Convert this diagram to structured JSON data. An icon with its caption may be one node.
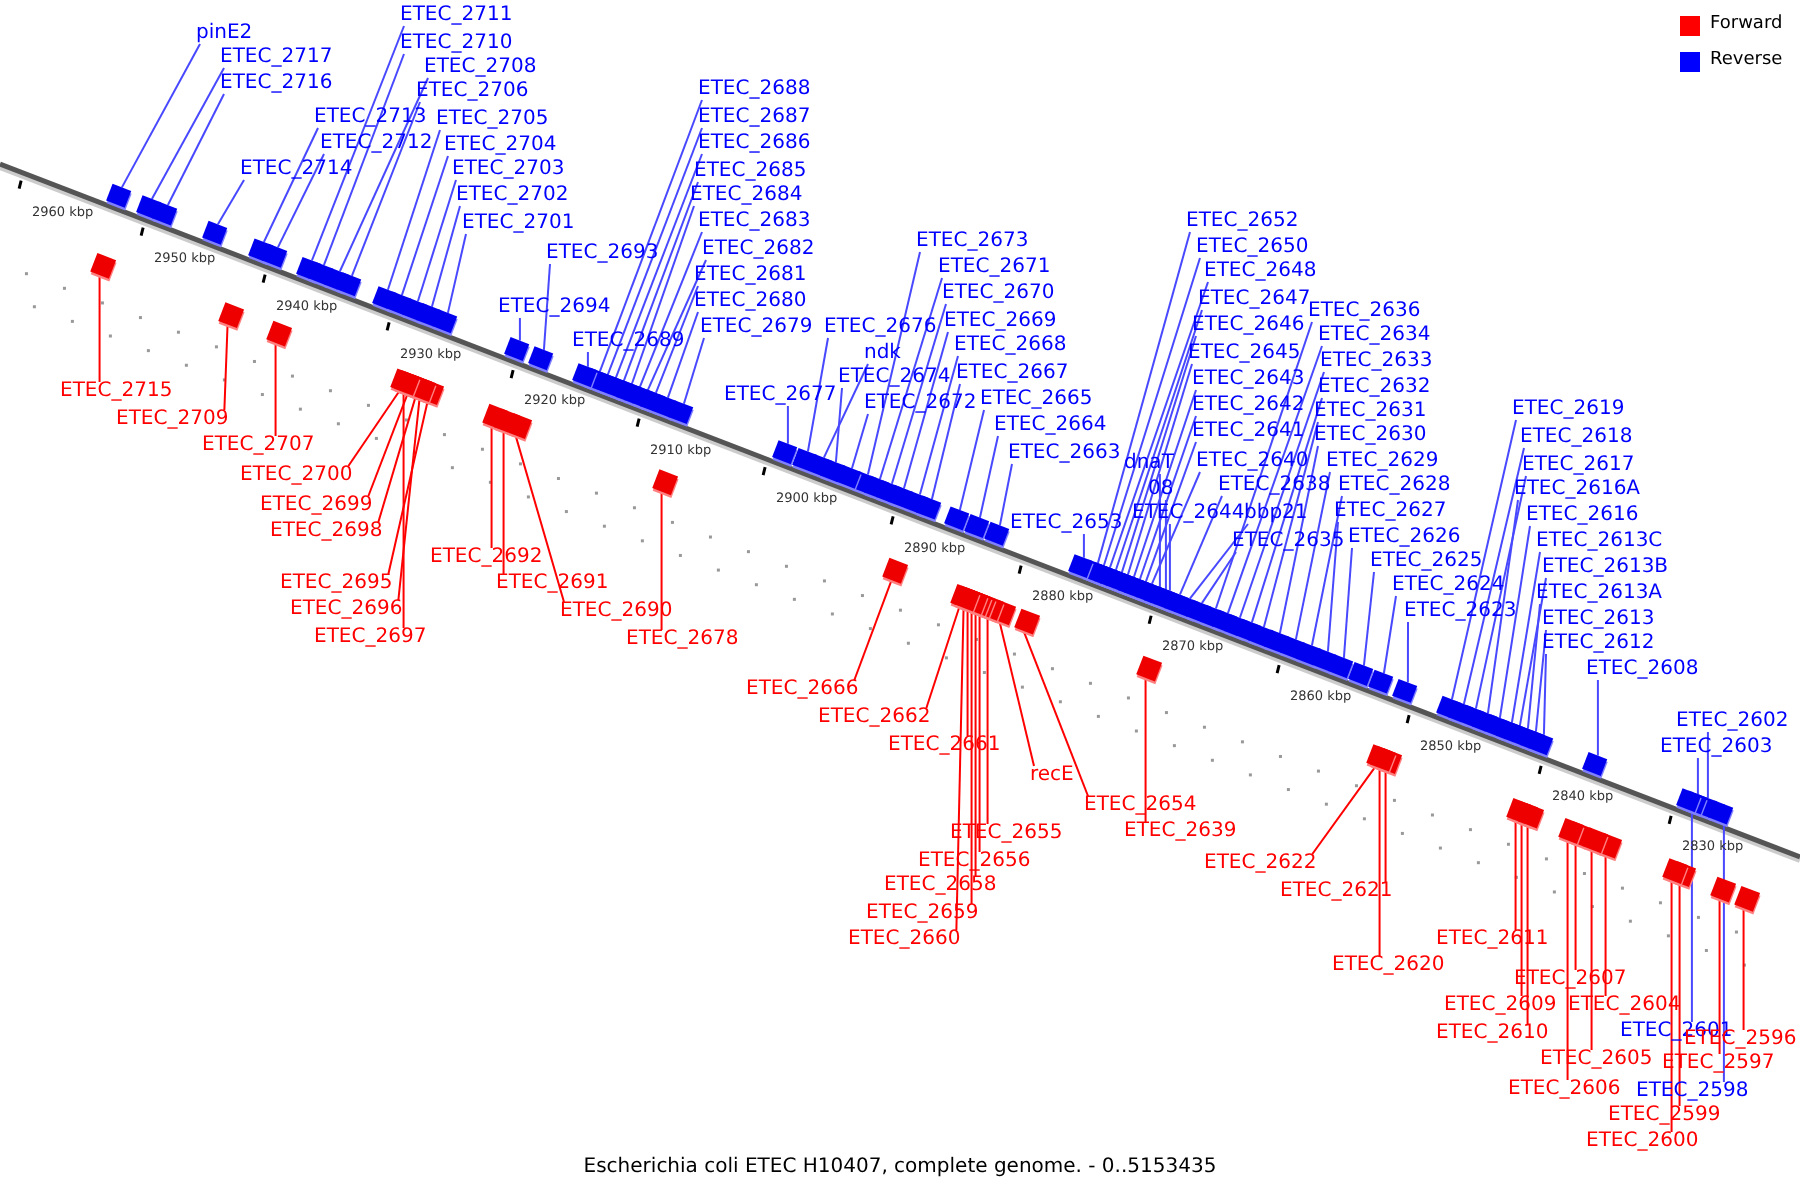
{
  "diagram": {
    "caption": "Escherichia coli ETEC H10407, complete genome. - 0..5153435",
    "nodes": [
      {
        "text": [
          "pinE2"
        ]
      },
      {
        "text": [
          "ETEC_2717"
        ]
      },
      {
        "text": [
          "ETEC_2716"
        ]
      },
      {
        "text": [
          "ETEC_2711"
        ]
      },
      {
        "text": [
          "ETEC_2710"
        ]
      },
      {
        "text": [
          "ETEC_2708"
        ]
      },
      {
        "text": [
          "ETEC_2706"
        ]
      },
      {
        "text": [
          "ETEC_2713"
        ]
      },
      {
        "text": [
          "ETEC_2712"
        ]
      },
      {
        "text": [
          "ETEC_2705"
        ]
      },
      {
        "text": [
          "ETEC_2704"
        ]
      },
      {
        "text": [
          "ETEC_2703"
        ]
      },
      {
        "text": [
          "ETEC_2702"
        ]
      },
      {
        "text": [
          "ETEC_2701"
        ]
      },
      {
        "text": [
          "ETEC_2714"
        ]
      },
      {
        "text": [
          "ETEC_2693"
        ]
      },
      {
        "text": [
          "ETEC_2694"
        ]
      },
      {
        "text": [
          "ETEC_2688"
        ]
      },
      {
        "text": [
          "ETEC_2687"
        ]
      },
      {
        "text": [
          "ETEC_2686"
        ]
      },
      {
        "text": [
          "ETEC_2685"
        ]
      },
      {
        "text": [
          "ETEC_2684"
        ]
      },
      {
        "text": [
          "ETEC_2683"
        ]
      },
      {
        "text": [
          "ETEC_2682"
        ]
      },
      {
        "text": [
          "ETEC_2681"
        ]
      },
      {
        "text": [
          "ETEC_2680"
        ]
      },
      {
        "text": [
          "ETEC_2679"
        ]
      },
      {
        "text": [
          "ETEC_2689"
        ]
      },
      {
        "text": [
          "ETEC_2673"
        ]
      },
      {
        "text": [
          "ETEC_2671"
        ]
      },
      {
        "text": [
          "ETEC_2670"
        ]
      },
      {
        "text": [
          "ETEC_2669"
        ]
      },
      {
        "text": [
          "ETEC_2668"
        ]
      },
      {
        "text": [
          "ETEC_2667"
        ]
      },
      {
        "text": [
          "ETEC_2665"
        ]
      },
      {
        "text": [
          "ETEC_2664"
        ]
      },
      {
        "text": [
          "ETEC_2663"
        ]
      },
      {
        "text": [
          "ETEC_2676"
        ]
      },
      {
        "text": [
          "ndk"
        ]
      },
      {
        "text": [
          "ETEC_2674"
        ]
      },
      {
        "text": [
          "ETEC_2672"
        ]
      },
      {
        "text": [
          "ETEC_2677"
        ]
      },
      {
        "text": [
          "ETEC_2652"
        ]
      },
      {
        "text": [
          "ETEC_2650"
        ]
      },
      {
        "text": [
          "ETEC_2648"
        ]
      },
      {
        "text": [
          "ETEC_2647"
        ]
      },
      {
        "text": [
          "ETEC_2646"
        ]
      },
      {
        "text": [
          "ETEC_2645"
        ]
      },
      {
        "text": [
          "ETEC_2643"
        ]
      },
      {
        "text": [
          "ETEC_2642"
        ]
      },
      {
        "text": [
          "ETEC_2641"
        ]
      },
      {
        "text": [
          "ETEC_2640"
        ]
      },
      {
        "text": [
          "dnaT"
        ]
      },
      {
        "text": [
          "08"
        ]
      },
      {
        "text": [
          "ETEC_2644"
        ]
      },
      {
        "text": [
          "ETEC_2638"
        ]
      },
      {
        "text": [
          "bbp21"
        ]
      },
      {
        "text": [
          "ETEC_2635"
        ]
      },
      {
        "text": [
          "ETEC_2653"
        ]
      },
      {
        "text": [
          "ETEC_2636"
        ]
      },
      {
        "text": [
          "ETEC_2634"
        ]
      },
      {
        "text": [
          "ETEC_2633"
        ]
      },
      {
        "text": [
          "ETEC_2632"
        ]
      },
      {
        "text": [
          "ETEC_2631"
        ]
      },
      {
        "text": [
          "ETEC_2630"
        ]
      },
      {
        "text": [
          "ETEC_2629"
        ]
      },
      {
        "text": [
          "ETEC_2628"
        ]
      },
      {
        "text": [
          "ETEC_2627"
        ]
      },
      {
        "text": [
          "ETEC_2626"
        ]
      },
      {
        "text": [
          "ETEC_2625"
        ]
      },
      {
        "text": [
          "ETEC_2624"
        ]
      },
      {
        "text": [
          "ETEC_2623"
        ]
      },
      {
        "text": [
          "ETEC_2619"
        ]
      },
      {
        "text": [
          "ETEC_2618"
        ]
      },
      {
        "text": [
          "ETEC_2617"
        ]
      },
      {
        "text": [
          "ETEC_2616A"
        ]
      },
      {
        "text": [
          "ETEC_2616"
        ]
      },
      {
        "text": [
          "ETEC_2613C"
        ]
      },
      {
        "text": [
          "ETEC_2613B"
        ]
      },
      {
        "text": [
          "ETEC_2613A"
        ]
      },
      {
        "text": [
          "ETEC_2613"
        ]
      },
      {
        "text": [
          "ETEC_2612"
        ]
      },
      {
        "text": [
          "ETEC_2608"
        ]
      },
      {
        "text": [
          "ETEC_2602"
        ]
      },
      {
        "text": [
          "ETEC_2603"
        ]
      },
      {
        "text": [
          "ETEC_2715"
        ]
      },
      {
        "text": [
          "ETEC_2709"
        ]
      },
      {
        "text": [
          "ETEC_2707"
        ]
      },
      {
        "text": [
          "ETEC_2700"
        ]
      },
      {
        "text": [
          "ETEC_2699"
        ]
      },
      {
        "text": [
          "ETEC_2698"
        ]
      },
      {
        "text": [
          "ETEC_2692"
        ]
      },
      {
        "text": [
          "ETEC_2695"
        ]
      },
      {
        "text": [
          "ETEC_2691"
        ]
      },
      {
        "text": [
          "ETEC_2696"
        ]
      },
      {
        "text": [
          "ETEC_2690"
        ]
      },
      {
        "text": [
          "ETEC_2697"
        ]
      },
      {
        "text": [
          "ETEC_2678"
        ]
      },
      {
        "text": [
          "ETEC_2666"
        ]
      },
      {
        "text": [
          "ETEC_2662"
        ]
      },
      {
        "text": [
          "ETEC_2661"
        ]
      },
      {
        "text": [
          "recE"
        ]
      },
      {
        "text": [
          "ETEC_2654"
        ]
      },
      {
        "text": [
          "ETEC_2655"
        ]
      },
      {
        "text": [
          "ETEC_2639"
        ]
      },
      {
        "text": [
          "ETEC_2656"
        ]
      },
      {
        "text": [
          "ETEC_2658"
        ]
      },
      {
        "text": [
          "ETEC_2622"
        ]
      },
      {
        "text": [
          "ETEC_2659"
        ]
      },
      {
        "text": [
          "ETEC_2621"
        ]
      },
      {
        "text": [
          "ETEC_2660"
        ]
      },
      {
        "text": [
          "ETEC_2611"
        ]
      },
      {
        "text": [
          "ETEC_2620"
        ]
      },
      {
        "text": [
          "ETEC_2607"
        ]
      },
      {
        "text": [
          "ETEC_2609"
        ]
      },
      {
        "text": [
          "ETEC_2604"
        ]
      },
      {
        "text": [
          "ETEC_2601"
        ]
      },
      {
        "text": [
          "ETEC_2610"
        ]
      },
      {
        "text": [
          "ETEC_2596"
        ]
      },
      {
        "text": [
          "ETEC_2605"
        ]
      },
      {
        "text": [
          "ETEC_2597"
        ]
      },
      {
        "text": [
          "ETEC_2606"
        ]
      },
      {
        "text": [
          "ETEC_2598"
        ]
      },
      {
        "text": [
          "ETEC_2599"
        ]
      },
      {
        "text": [
          "ETEC_2600"
        ]
      },
      {
        "text": [],
        "shape": "arrow"
      },
      {
        "text": [],
        "shape": "arrow"
      },
      {
        "text": [],
        "shape": "arrow"
      },
      {
        "text": [],
        "shape": "arrow"
      },
      {
        "text": [],
        "shape": "arrow"
      },
      {
        "text": [],
        "shape": "arrow"
      },
      {
        "text": [],
        "shape": "arrow"
      },
      {
        "text": [],
        "shape": "arrow"
      },
      {
        "text": [],
        "shape": "arrow"
      },
      {
        "text": [],
        "shape": "arrow"
      },
      {
        "text": [],
        "shape": "arrow"
      },
      {
        "text": [],
        "shape": "arrow"
      },
      {
        "text": [],
        "shape": "arrow"
      },
      {
        "text": [],
        "shape": "arrow"
      },
      {
        "text": [],
        "shape": "arrow"
      },
      {
        "text": [],
        "shape": "arrow"
      },
      {
        "text": [],
        "shape": "arrow"
      },
      {
        "text": [],
        "shape": "arrow"
      },
      {
        "text": [],
        "shape": "arrow"
      },
      {
        "text": [],
        "shape": "arrow"
      },
      {
        "text": [],
        "shape": "arrow"
      },
      {
        "text": [],
        "shape": "arrow"
      },
      {
        "text": [],
        "shape": "arrow"
      },
      {
        "text": [],
        "shape": "arrow"
      },
      {
        "text": [],
        "shape": "arrow"
      },
      {
        "text": [],
        "shape": "arrow"
      },
      {
        "text": [],
        "shape": "arrow"
      },
      {
        "text": [],
        "shape": "arrow"
      },
      {
        "text": [],
        "shape": "arrow"
      },
      {
        "text": [],
        "shape": "arrow"
      },
      {
        "text": [],
        "shape": "arrow"
      },
      {
        "text": [],
        "shape": "arrow"
      },
      {
        "text": [],
        "shape": "arrow"
      },
      {
        "text": [],
        "shape": "arrow"
      },
      {
        "text": [],
        "shape": "arrow"
      },
      {
        "text": [],
        "shape": "arrow"
      },
      {
        "text": [],
        "shape": "arrow"
      },
      {
        "text": [],
        "shape": "arrow"
      },
      {
        "text": [],
        "shape": "arrow"
      },
      {
        "text": [],
        "shape": "arrow"
      },
      {
        "text": [],
        "shape": "arrow"
      },
      {
        "text": [],
        "shape": "arrow"
      },
      {
        "text": [],
        "shape": "arrow"
      },
      {
        "text": [],
        "shape": "arrow"
      },
      {
        "text": [],
        "shape": "arrow"
      },
      {
        "text": [],
        "shape": "arrow"
      },
      {
        "text": [],
        "shape": "arrow"
      },
      {
        "text": [],
        "shape": "arrow"
      },
      {
        "text": [],
        "shape": "arrow"
      },
      {
        "text": [],
        "shape": "arrow"
      },
      {
        "text": [],
        "shape": "arrow"
      },
      {
        "text": [],
        "shape": "arrow"
      },
      {
        "text": [],
        "shape": "arrow"
      },
      {
        "text": [],
        "shape": "arrow"
      },
      {
        "text": [],
        "shape": "arrow"
      },
      {
        "text": [],
        "shape": "arrow"
      },
      {
        "text": [],
        "shape": "arrow"
      },
      {
        "text": [],
        "shape": "arrow"
      },
      {
        "text": [],
        "shape": "arrow"
      },
      {
        "text": [],
        "shape": "arrow"
      },
      {
        "text": [],
        "shape": "arrow"
      },
      {
        "text": [],
        "shape": "arrow"
      },
      {
        "text": [],
        "shape": "arrow"
      },
      {
        "text": [],
        "shape": "arrow"
      },
      {
        "text": [],
        "shape": "arrow"
      },
      {
        "text": [],
        "shape": "arrow"
      },
      {
        "text": [],
        "shape": "arrow"
      },
      {
        "text": [],
        "shape": "arrow"
      },
      {
        "text": [],
        "shape": "arrow"
      },
      {
        "text": [],
        "shape": "arrow"
      },
      {
        "text": [],
        "shape": "arrow"
      },
      {
        "text": [],
        "shape": "arrow"
      },
      {
        "text": [],
        "shape": "arrow"
      },
      {
        "text": [],
        "shape": "arrow"
      },
      {
        "text": [],
        "shape": "arrow"
      },
      {
        "text": [],
        "shape": "arrow"
      },
      {
        "text": [],
        "shape": "arrow"
      },
      {
        "text": [],
        "shape": "arrow"
      },
      {
        "text": [],
        "shape": "arrow"
      },
      {
        "text": [],
        "shape": "arrow"
      },
      {
        "text": [],
        "shape": "arrow"
      },
      {
        "text": [],
        "shape": "arrow"
      },
      {
        "text": [],
        "shape": "arrow"
      },
      {
        "text": [],
        "shape": "arrow"
      },
      {
        "text": [],
        "shape": "arrow"
      },
      {
        "text": [],
        "shape": "arrow"
      },
      {
        "text": [],
        "shape": "arrow"
      },
      {
        "text": [],
        "shape": "arrow"
      },
      {
        "text": [],
        "shape": "arrow"
      },
      {
        "text": [],
        "shape": "arrow"
      },
      {
        "text": [],
        "shape": "arrow"
      },
      {
        "text": [],
        "shape": "arrow"
      },
      {
        "text": [],
        "shape": "arrow"
      },
      {
        "text": [],
        "shape": "arrow"
      },
      {
        "text": [],
        "shape": "arrow"
      },
      {
        "text": [],
        "shape": "arrow"
      },
      {
        "text": [],
        "shape": "arrow"
      },
      {
        "text": [],
        "shape": "arrow"
      },
      {
        "text": [],
        "shape": "arrow"
      },
      {
        "text": [],
        "shape": "arrow"
      },
      {
        "text": [],
        "shape": "arrow"
      },
      {
        "text": [],
        "shape": "arrow"
      },
      {
        "text": [],
        "shape": "arrow"
      },
      {
        "text": [],
        "shape": "arrow"
      },
      {
        "text": [],
        "shape": "arrow"
      },
      {
        "text": [],
        "shape": "arrow"
      },
      {
        "text": [],
        "shape": "arrow"
      },
      {
        "text": [],
        "shape": "arrow"
      },
      {
        "text": [],
        "shape": "arrow"
      },
      {
        "text": [],
        "shape": "arrow"
      },
      {
        "text": [],
        "shape": "arrow"
      },
      {
        "text": [],
        "shape": "arrow"
      },
      {
        "text": [],
        "shape": "arrow"
      },
      {
        "text": [],
        "shape": "arrow"
      },
      {
        "text": [],
        "shape": "arrow"
      },
      {
        "text": [],
        "shape": "arrow"
      },
      {
        "text": [],
        "shape": "arrow"
      },
      {
        "text": [],
        "shape": "arrow"
      },
      {
        "text": [],
        "shape": "arrow"
      },
      {
        "text": [],
        "shape": "arrow"
      },
      {
        "text": [],
        "shape": "arrow"
      },
      {
        "text": [],
        "shape": "arrow"
      },
      {
        "text": [],
        "shape": "arrow"
      },
      {
        "text": [],
        "shape": "arrow"
      },
      {
        "text": [],
        "shape": "arrow"
      }
    ],
    "edges": [
      {
        "from": 0,
        "to": 125,
        "arrow": "none"
      },
      {
        "from": 1,
        "to": 126,
        "arrow": "none"
      },
      {
        "from": 2,
        "to": 127,
        "arrow": "none"
      },
      {
        "from": 3,
        "to": 128,
        "arrow": "none"
      },
      {
        "from": 4,
        "to": 129,
        "arrow": "none"
      },
      {
        "from": 5,
        "to": 130,
        "arrow": "none"
      },
      {
        "from": 6,
        "to": 131,
        "arrow": "none"
      },
      {
        "from": 7,
        "to": 132,
        "arrow": "none"
      },
      {
        "from": 8,
        "to": 133,
        "arrow": "none"
      },
      {
        "from": 9,
        "to": 134,
        "arrow": "none"
      },
      {
        "from": 10,
        "to": 135,
        "arrow": "none"
      },
      {
        "from": 11,
        "to": 136,
        "arrow": "none"
      },
      {
        "from": 12,
        "to": 137,
        "arrow": "none"
      },
      {
        "from": 13,
        "to": 138,
        "arrow": "none"
      },
      {
        "from": 14,
        "to": 139,
        "arrow": "none"
      },
      {
        "from": 15,
        "to": 140,
        "arrow": "none"
      },
      {
        "from": 16,
        "to": 141,
        "arrow": "none"
      },
      {
        "from": 17,
        "to": 142,
        "arrow": "none"
      },
      {
        "from": 18,
        "to": 143,
        "arrow": "none"
      },
      {
        "from": 19,
        "to": 144,
        "arrow": "none"
      },
      {
        "from": 20,
        "to": 145,
        "arrow": "none"
      },
      {
        "from": 21,
        "to": 146,
        "arrow": "none"
      },
      {
        "from": 22,
        "to": 147,
        "arrow": "none"
      },
      {
        "from": 23,
        "to": 148,
        "arrow": "none"
      },
      {
        "from": 24,
        "to": 149,
        "arrow": "none"
      },
      {
        "from": 25,
        "to": 150,
        "arrow": "none"
      },
      {
        "from": 26,
        "to": 151,
        "arrow": "none"
      },
      {
        "from": 27,
        "to": 152,
        "arrow": "none"
      },
      {
        "from": 28,
        "to": 153,
        "arrow": "none"
      },
      {
        "from": 29,
        "to": 154,
        "arrow": "none"
      },
      {
        "from": 30,
        "to": 155,
        "arrow": "none"
      },
      {
        "from": 31,
        "to": 156,
        "arrow": "none"
      },
      {
        "from": 32,
        "to": 157,
        "arrow": "none"
      },
      {
        "from": 33,
        "to": 158,
        "arrow": "none"
      },
      {
        "from": 34,
        "to": 159,
        "arrow": "none"
      },
      {
        "from": 35,
        "to": 160,
        "arrow": "none"
      },
      {
        "from": 36,
        "to": 161,
        "arrow": "none"
      },
      {
        "from": 37,
        "to": 162,
        "arrow": "none"
      },
      {
        "from": 38,
        "to": 163,
        "arrow": "none"
      },
      {
        "from": 39,
        "to": 164,
        "arrow": "none"
      },
      {
        "from": 40,
        "to": 165,
        "arrow": "none"
      },
      {
        "from": 41,
        "to": 166,
        "arrow": "none"
      },
      {
        "from": 42,
        "to": 167,
        "arrow": "none"
      },
      {
        "from": 43,
        "to": 168,
        "arrow": "none"
      },
      {
        "from": 44,
        "to": 169,
        "arrow": "none"
      },
      {
        "from": 45,
        "to": 170,
        "arrow": "none"
      },
      {
        "from": 46,
        "to": 171,
        "arrow": "none"
      },
      {
        "from": 47,
        "to": 172,
        "arrow": "none"
      },
      {
        "from": 48,
        "to": 173,
        "arrow": "none"
      },
      {
        "from": 49,
        "to": 174,
        "arrow": "none"
      },
      {
        "from": 50,
        "to": 175,
        "arrow": "none"
      },
      {
        "from": 51,
        "to": 176,
        "arrow": "none"
      },
      {
        "from": 52,
        "to": 177,
        "arrow": "none"
      },
      {
        "from": 53,
        "to": 178,
        "arrow": "none"
      },
      {
        "from": 54,
        "to": 179,
        "arrow": "none"
      },
      {
        "from": 55,
        "to": 180,
        "arrow": "none"
      },
      {
        "from": 56,
        "to": 181,
        "arrow": "none"
      },
      {
        "from": 57,
        "to": 182,
        "arrow": "none"
      },
      {
        "from": 58,
        "to": 183,
        "arrow": "none"
      },
      {
        "from": 59,
        "to": 184,
        "arrow": "none"
      },
      {
        "from": 60,
        "to": 185,
        "arrow": "none"
      },
      {
        "from": 61,
        "to": 186,
        "arrow": "none"
      },
      {
        "from": 62,
        "to": 187,
        "arrow": "none"
      },
      {
        "from": 63,
        "to": 188,
        "arrow": "none"
      },
      {
        "from": 64,
        "to": 189,
        "arrow": "none"
      },
      {
        "from": 65,
        "to": 190,
        "arrow": "none"
      },
      {
        "from": 66,
        "to": 191,
        "arrow": "none"
      },
      {
        "from": 67,
        "to": 192,
        "arrow": "none"
      },
      {
        "from": 68,
        "to": 193,
        "arrow": "none"
      },
      {
        "from": 69,
        "to": 194,
        "arrow": "none"
      },
      {
        "from": 70,
        "to": 195,
        "arrow": "none"
      },
      {
        "from": 71,
        "to": 196,
        "arrow": "none"
      },
      {
        "from": 72,
        "to": 197,
        "arrow": "none"
      },
      {
        "from": 73,
        "to": 198,
        "arrow": "none"
      },
      {
        "from": 74,
        "to": 199,
        "arrow": "none"
      },
      {
        "from": 75,
        "to": 200,
        "arrow": "none"
      },
      {
        "from": 76,
        "to": 201,
        "arrow": "none"
      },
      {
        "from": 77,
        "to": 202,
        "arrow": "none"
      },
      {
        "from": 78,
        "to": 203,
        "arrow": "none"
      },
      {
        "from": 79,
        "to": 204,
        "arrow": "none"
      },
      {
        "from": 80,
        "to": 205,
        "arrow": "none"
      },
      {
        "from": 81,
        "to": 206,
        "arrow": "none"
      },
      {
        "from": 82,
        "to": 207,
        "arrow": "none"
      },
      {
        "from": 83,
        "to": 208,
        "arrow": "none"
      },
      {
        "from": 84,
        "to": 209,
        "arrow": "none"
      },
      {
        "from": 85,
        "to": 210,
        "arrow": "none",
        "color": "#ff0000"
      },
      {
        "from": 86,
        "to": 211,
        "arrow": "none",
        "color": "#ff0000"
      },
      {
        "from": 87,
        "to": 212,
        "arrow": "none",
        "color": "#ff0000"
      },
      {
        "from": 88,
        "to": 213,
        "arrow": "none",
        "color": "#ff0000"
      },
      {
        "from": 89,
        "to": 214,
        "arrow": "none",
        "color": "#ff0000"
      },
      {
        "from": 90,
        "to": 215,
        "arrow": "none",
        "color": "#ff0000"
      },
      {
        "from": 91,
        "to": 216,
        "arrow": "none",
        "color": "#ff0000"
      },
      {
        "from": 92,
        "to": 217,
        "arrow": "none",
        "color": "#ff0000"
      },
      {
        "from": 93,
        "to": 218,
        "arrow": "none",
        "color": "#ff0000"
      },
      {
        "from": 94,
        "to": 219,
        "arrow": "none",
        "color": "#ff0000"
      },
      {
        "from": 95,
        "to": 220,
        "arrow": "none",
        "color": "#ff0000"
      },
      {
        "from": 96,
        "to": 221,
        "arrow": "none",
        "color": "#ff0000"
      },
      {
        "from": 97,
        "to": 222,
        "arrow": "none",
        "color": "#ff0000"
      },
      {
        "from": 98,
        "to": 223,
        "arrow": "none",
        "color": "#ff0000"
      },
      {
        "from": 99,
        "to": 224,
        "arrow": "none",
        "color": "#ff0000"
      },
      {
        "from": 100,
        "to": 225,
        "arrow": "none",
        "color": "#ff0000"
      },
      {
        "from": 101,
        "to": 226,
        "arrow": "none",
        "color": "#ff0000"
      },
      {
        "from": 102,
        "to": 227,
        "arrow": "none",
        "color": "#ff0000"
      },
      {
        "from": 103,
        "to": 228,
        "arrow": "none",
        "color": "#ff0000"
      },
      {
        "from": 104,
        "to": 229,
        "arrow": "none",
        "color": "#ff0000"
      },
      {
        "from": 105,
        "to": 230,
        "arrow": "none",
        "color": "#ff0000"
      },
      {
        "from": 106,
        "to": 231,
        "arrow": "none",
        "color": "#ff0000"
      },
      {
        "from": 107,
        "to": 232,
        "arrow": "none",
        "color": "#ff0000"
      },
      {
        "from": 108,
        "to": 233,
        "arrow": "none",
        "color": "#ff0000"
      },
      {
        "from": 109,
        "to": 234,
        "arrow": "none",
        "color": "#ff0000"
      },
      {
        "from": 110,
        "to": 235,
        "arrow": "none",
        "color": "#ff0000"
      },
      {
        "from": 111,
        "to": 236,
        "arrow": "none",
        "color": "#ff0000"
      },
      {
        "from": 112,
        "to": 237,
        "arrow": "none",
        "color": "#ff0000"
      },
      {
        "from": 113,
        "to": 238,
        "arrow": "none",
        "color": "#ff0000"
      },
      {
        "from": 114,
        "to": 239,
        "arrow": "none",
        "color": "#ff0000"
      },
      {
        "from": 115,
        "to": 240,
        "arrow": "none",
        "color": "#ff0000"
      },
      {
        "from": 116,
        "to": 241,
        "arrow": "none"
      },
      {
        "from": 117,
        "to": 242,
        "arrow": "none",
        "color": "#ff0000"
      },
      {
        "from": 118,
        "to": 243,
        "arrow": "none",
        "color": "#ff0000"
      },
      {
        "from": 119,
        "to": 244,
        "arrow": "none",
        "color": "#ff0000"
      },
      {
        "from": 120,
        "to": 245,
        "arrow": "none",
        "color": "#ff0000"
      },
      {
        "from": 121,
        "to": 246,
        "arrow": "none",
        "color": "#ff0000"
      },
      {
        "from": 122,
        "to": 247,
        "arrow": "none"
      },
      {
        "from": 123,
        "to": 248,
        "arrow": "none",
        "color": "#ff0000"
      },
      {
        "from": 124,
        "to": 249,
        "arrow": "none",
        "color": "#ff0000"
      }
    ],
    "labels": [
      "2960 kbp",
      "2950 kbp",
      "2940 kbp",
      "2930 kbp",
      "2920 kbp",
      "2910 kbp",
      "2900 kbp",
      "2890 kbp",
      "2880 kbp",
      "2870 kbp",
      "2860 kbp",
      "2850 kbp",
      "2840 kbp",
      "2830 kbp"
    ],
    "legend": [
      {
        "text": "Forward",
        "color": "#ff0000"
      },
      {
        "text": "Reverse",
        "color": "#0000ff"
      }
    ]
  }
}
